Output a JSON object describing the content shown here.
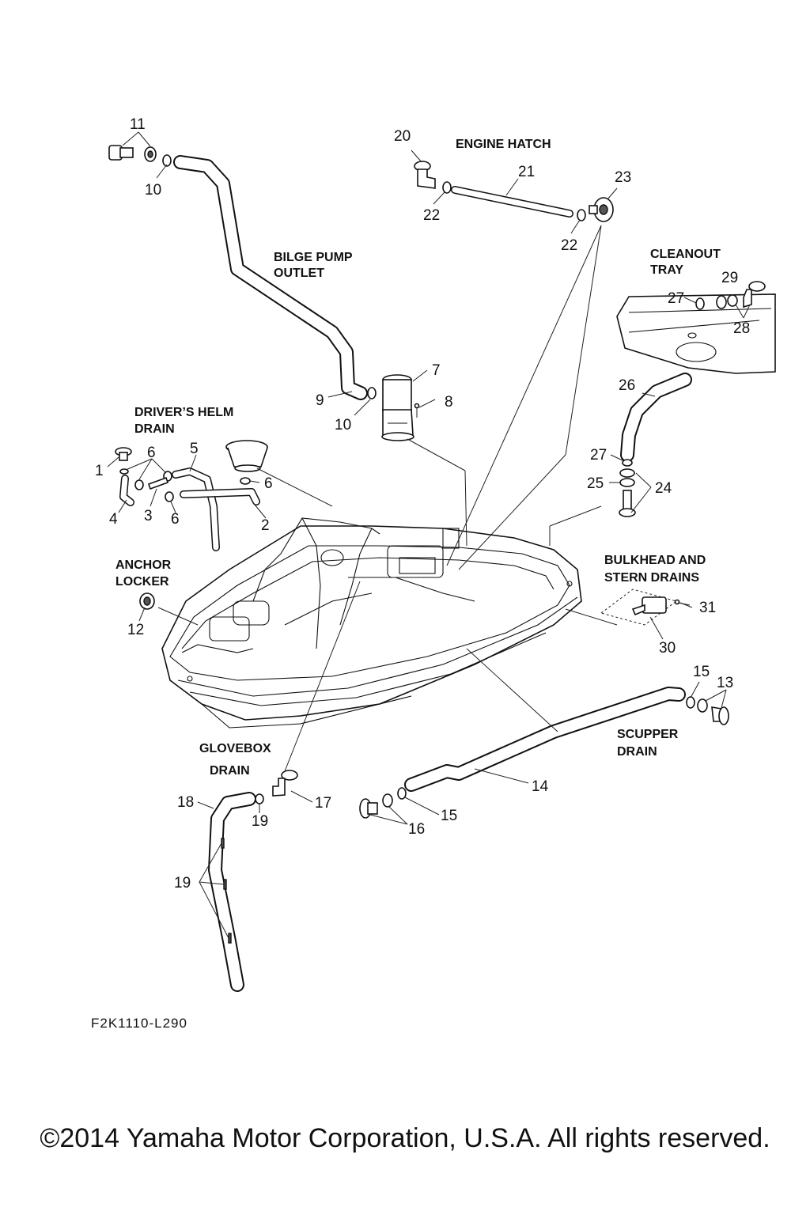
{
  "sections": {
    "engine_hatch": "ENGINE HATCH",
    "bilge_pump_outlet_1": "BILGE PUMP",
    "bilge_pump_outlet_2": "OUTLET",
    "cleanout_tray_1": "CLEANOUT",
    "cleanout_tray_2": "TRAY",
    "drivers_helm_drain_1": "DRIVER’S HELM",
    "drivers_helm_drain_2": "DRAIN",
    "anchor_locker_1": "ANCHOR",
    "anchor_locker_2": "LOCKER",
    "bulkhead_stern_drains_1": "BULKHEAD AND",
    "bulkhead_stern_drains_2": "STERN DRAINS",
    "scupper_drain_1": "SCUPPER",
    "scupper_drain_2": "DRAIN",
    "glovebox_drain_1": "GLOVEBOX",
    "glovebox_drain_2": "DRAIN"
  },
  "callouts": {
    "c11": "11",
    "c10a": "10",
    "c20": "20",
    "c21": "21",
    "c22a": "22",
    "c22b": "22",
    "c23": "23",
    "c29": "29",
    "c27a": "27",
    "c28": "28",
    "c7": "7",
    "c8": "8",
    "c9": "9",
    "c10b": "10",
    "c26": "26",
    "c27b": "27",
    "c25": "25",
    "c24": "24",
    "c1": "1",
    "c6a": "6",
    "c5": "5",
    "c6b": "6",
    "c4": "4",
    "c3": "3",
    "c6c": "6",
    "c2": "2",
    "c12": "12",
    "c31": "31",
    "c30": "30",
    "c15a": "15",
    "c13": "13",
    "c14": "14",
    "c15b": "15",
    "c16": "16",
    "c17": "17",
    "c18": "18",
    "c19a": "19",
    "c19b": "19"
  },
  "figure_code": "F2K1110-L290",
  "copyright": "©2014 Yamaha Motor Corporation, U.S.A. All rights reserved.",
  "icons": [
    "boat-hull-drawing",
    "hose",
    "clamp",
    "drain-plug",
    "elbow-fitting",
    "bilge-pump",
    "cup-holder"
  ]
}
